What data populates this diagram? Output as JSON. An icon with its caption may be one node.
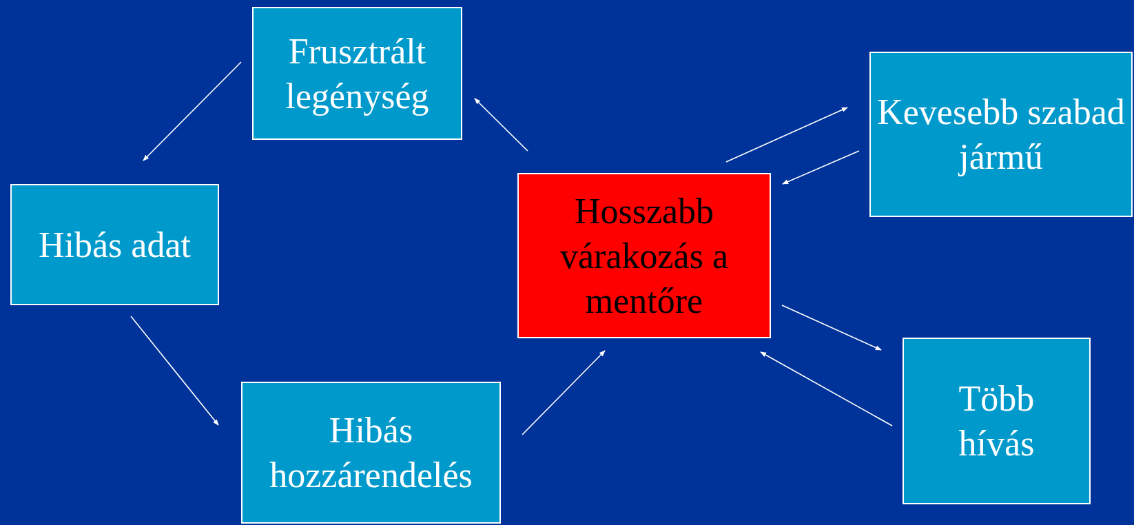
{
  "diagram": {
    "nodes": [
      {
        "text": [
          "Frusztrált legénység"
        ]
      },
      {
        "text": [
          "Kevesebb szabad jármű"
        ]
      },
      {
        "text": [
          "Hibás adat"
        ]
      },
      {
        "text": [
          "Hosszabb várakozás a mentőre"
        ]
      },
      {
        "text": [
          "Több hívás"
        ]
      },
      {
        "text": [
          "Hibás hozzárendelés"
        ]
      }
    ],
    "edges": [
      {
        "from": 0,
        "to": 2,
        "arrow": "to"
      },
      {
        "from": 2,
        "to": 5,
        "arrow": "to"
      },
      {
        "from": 5,
        "to": 3,
        "arrow": "to"
      },
      {
        "from": 3,
        "to": 0,
        "arrow": "to"
      },
      {
        "from": 3,
        "to": 1,
        "arrow": "to"
      },
      {
        "from": 1,
        "to": 3,
        "arrow": "to"
      },
      {
        "from": 3,
        "to": 4,
        "arrow": "to"
      },
      {
        "from": 4,
        "to": 3,
        "arrow": "to"
      }
    ]
  }
}
